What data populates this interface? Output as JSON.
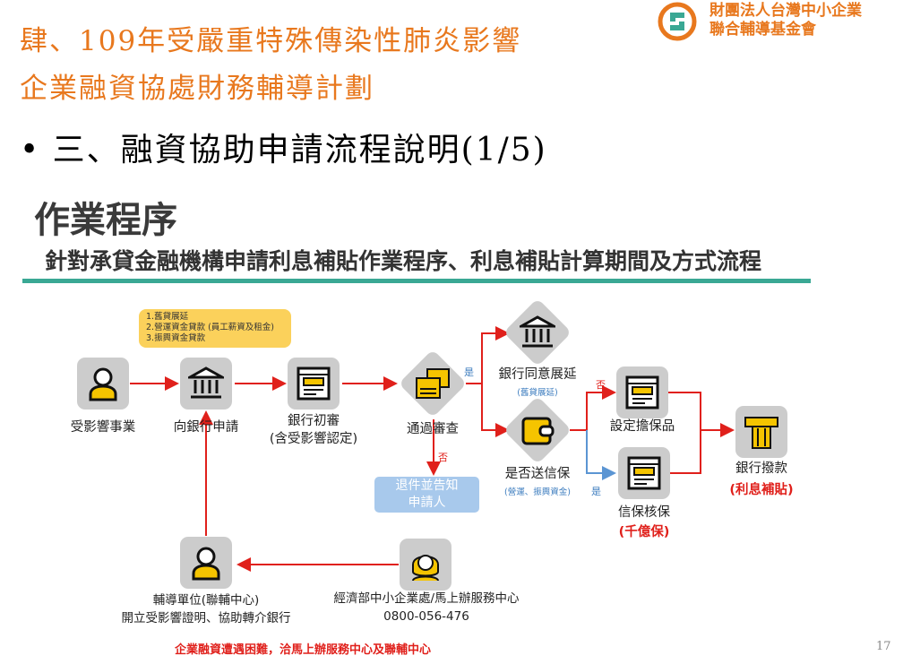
{
  "header": {
    "title_line1": "肆、109年受嚴重特殊傳染性肺炎影響",
    "title_line2": "企業融資協處財務輔導計劃",
    "org_line1": "財團法人台灣中小企業",
    "org_line2": "聯合輔導基金會"
  },
  "bullet": "•  三、融資協助申請流程說明(1/5)",
  "section_title": "作業程序",
  "section_subtitle": "針對承貸金融機構申請利息補貼作業程序、利息補貼計算期間及方式流程",
  "note": [
    "1.舊貸展延",
    "2.營運資金貸款 (員工薪資及租金)",
    "3.振興資金貸款"
  ],
  "nodes": {
    "affected": "受影響事業",
    "apply": "向銀行申請",
    "review1": "銀行初審",
    "review2": "(含受影響認定)",
    "pass": "通過審查",
    "extend": "銀行同意展延",
    "extend_sub": "(舊貸展延)",
    "guarantee": "是否送信保",
    "guarantee_sub": "(營運、振興資金)",
    "collateral": "設定擔保品",
    "sme_guarantee": "信保核保",
    "sme_guarantee_sub": "(千億保)",
    "disburse": "銀行撥款",
    "disburse_sub": "(利息補貼)",
    "reject1": "退件並告知",
    "reject2": "申請人",
    "moea1": "經濟部中小企業處/馬上辦服務中心",
    "moea2": "0800-056-476",
    "counsel1": "輔導單位(聯輔中心)",
    "counsel2": "開立受影響證明、協助轉介銀行"
  },
  "edges": {
    "yes": "是",
    "no": "否"
  },
  "footer_note": "企業融資遭遇困難，洽馬上辦服務中心及聯輔中心",
  "page_number": "17",
  "colors": {
    "accent": "#e8781e",
    "rule": "#3aa894",
    "red": "#e0201b",
    "blue": "#3d7dbf"
  }
}
